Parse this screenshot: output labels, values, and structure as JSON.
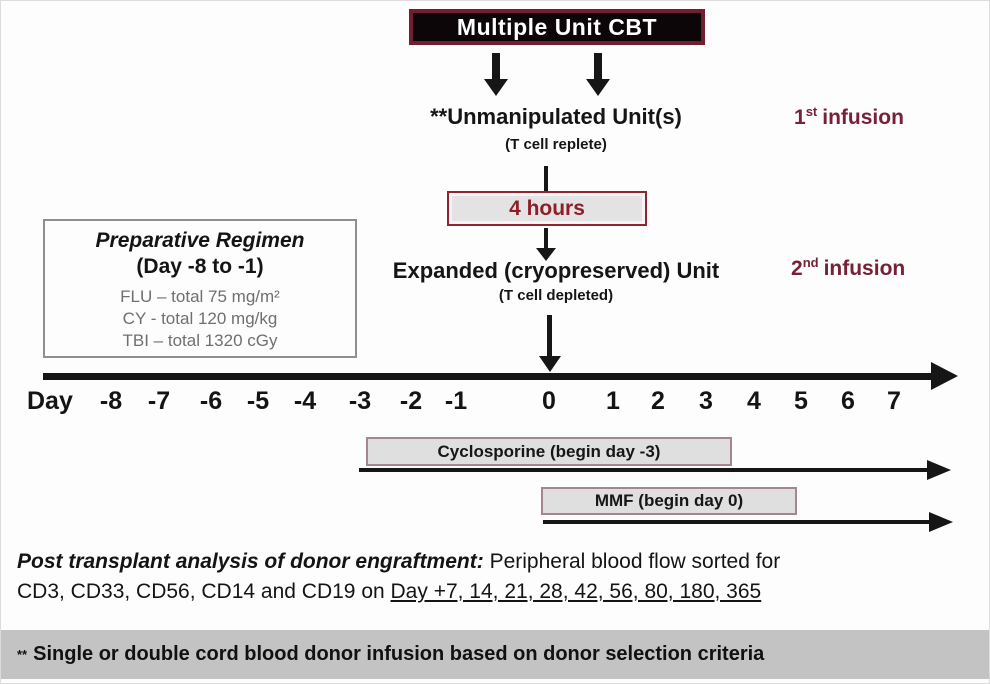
{
  "title": "Multiple Unit CBT",
  "flow": {
    "unmanipulated": {
      "label": "**Unmanipulated Unit(s)",
      "sub": "(T cell replete)"
    },
    "infusion1": {
      "num": "1",
      "ord": "st",
      "word": "infusion"
    },
    "wait_box": "4 hours",
    "expanded": {
      "label": "Expanded (cryopreserved) Unit",
      "sub": "(T cell depleted)"
    },
    "infusion2": {
      "num": "2",
      "ord": "nd",
      "word": "infusion"
    }
  },
  "preparative": {
    "title": "Preparative Regimen",
    "subtitle": "(Day -8 to -1)",
    "items": [
      "FLU – total 75 mg/m²",
      "CY - total 120 mg/kg",
      "TBI – total 1320 cGy"
    ]
  },
  "timeline": {
    "label": "Day",
    "ticks": [
      "-8",
      "-7",
      "-6",
      "-5",
      "-4",
      "-3",
      "-2",
      "-1",
      "0",
      "1",
      "2",
      "3",
      "4",
      "5",
      "6",
      "7"
    ]
  },
  "medications": {
    "cyclosporine": "Cyclosporine (begin day -3)",
    "mmf": "MMF (begin day 0)"
  },
  "post_transplant": {
    "lead": "Post transplant analysis of donor engraftment:",
    "line1_rest": " Peripheral blood flow sorted for",
    "line2_start": "CD3, CD33, CD56, CD14 and CD19 on ",
    "underlined": "Day +7, 14, 21, 28, 42, 56, 80, 180, 365"
  },
  "footnote": {
    "marker": "**",
    "text": "Single or double cord blood donor infusion based on donor selection criteria"
  },
  "colors": {
    "maroon_text": "#772138",
    "dark_red_text": "#8e1f28",
    "title_border": "#6f1f2f",
    "title_bg": "#0c0609",
    "box_fill": "#e3e3e3",
    "med_border": "#a5868e",
    "footnote_bg": "#c3c3c3",
    "arrow_black": "#161616"
  }
}
